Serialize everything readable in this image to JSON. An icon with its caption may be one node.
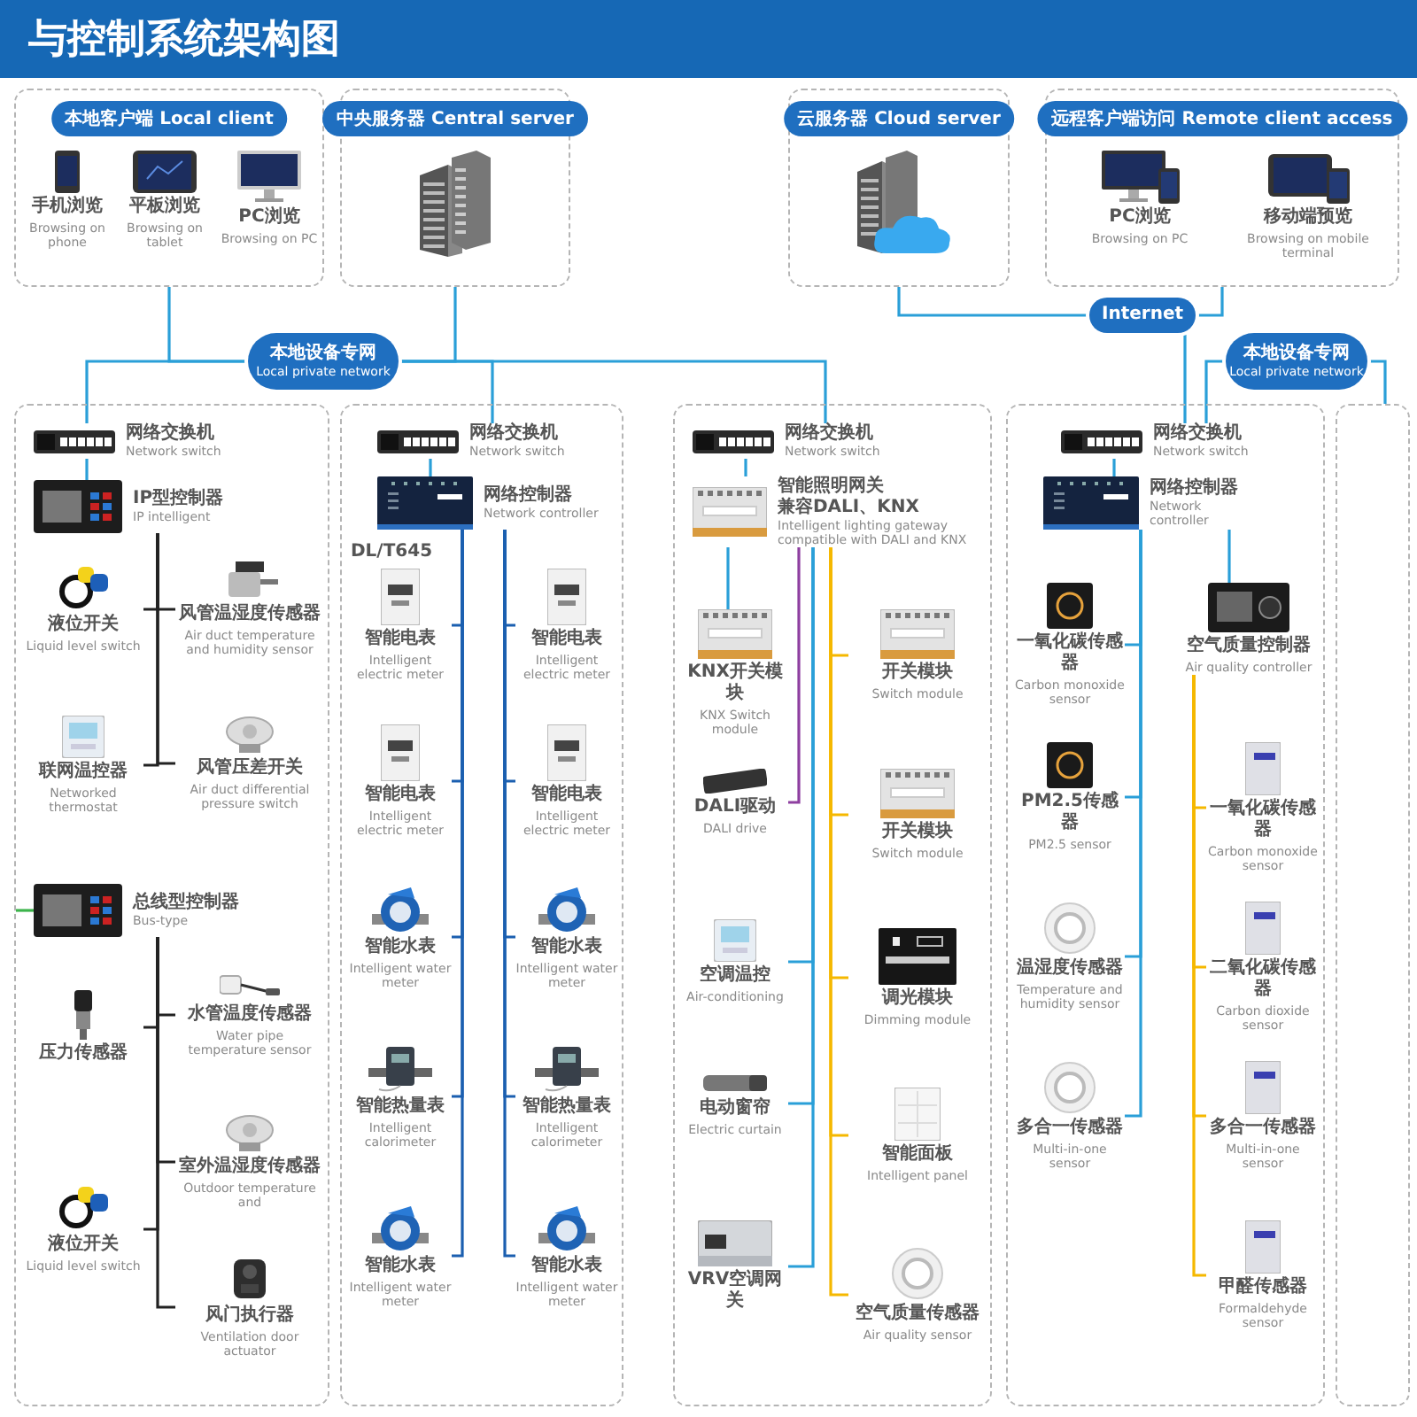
{
  "diagram": {
    "title": "与控制系统架构图",
    "nodes": [
      {
        "text": [
          "本地客户端 Local client"
        ]
      },
      {
        "text": [
          "手机浏览",
          "Browsing on phone"
        ],
        "in": 0
      },
      {
        "text": [
          "平板浏览",
          "Browsing on tablet"
        ],
        "in": 0
      },
      {
        "text": [
          "PC浏览",
          "Browsing on PC"
        ],
        "in": 0
      },
      {
        "text": [
          "中央服务器 Central server"
        ]
      },
      {
        "text": [
          "云服务器 Cloud server"
        ]
      },
      {
        "text": [
          "远程客户端访问 Remote client access"
        ]
      },
      {
        "text": [
          "PC浏览",
          "Browsing on PC"
        ],
        "in": 6
      },
      {
        "text": [
          "移动端预览",
          "Browsing on mobile terminal"
        ],
        "in": 6
      },
      {
        "text": [
          "Internet"
        ]
      },
      {
        "text": [
          "本地设备专网",
          "Local private network"
        ]
      },
      {
        "text": [
          "本地设备专网",
          "Local private network"
        ]
      },
      {
        "text": [],
        "shape": "box"
      },
      {
        "text": [
          "网络交换机",
          "Network switch"
        ],
        "in": 12
      },
      {
        "text": [
          "IP型控制器",
          "IP intelligent"
        ],
        "in": 12
      },
      {
        "text": [
          "液位开关",
          "Liquid level switch"
        ],
        "in": 12
      },
      {
        "text": [
          "风管温湿度传感器",
          "Air duct temperature and humidity sensor"
        ],
        "in": 12
      },
      {
        "text": [
          "联网温控器",
          "Networked thermostat"
        ],
        "in": 12
      },
      {
        "text": [
          "风管压差开关",
          "Air duct differential pressure switch"
        ],
        "in": 12
      },
      {
        "text": [
          "总线型控制器",
          "Bus-type"
        ],
        "in": 12
      },
      {
        "text": [
          "压力传感器"
        ],
        "in": 12
      },
      {
        "text": [
          "水管温度传感器",
          "Water pipe temperature sensor"
        ],
        "in": 12
      },
      {
        "text": [
          "室外温湿度传感器",
          "Outdoor temperature and"
        ],
        "in": 12
      },
      {
        "text": [
          "风门执行器",
          "Ventilation door actuator"
        ],
        "in": 12
      },
      {
        "text": [
          "液位开关",
          "Liquid level switch"
        ],
        "in": 12
      },
      {
        "text": [],
        "shape": "box"
      },
      {
        "text": [
          "网络交换机",
          "Network switch"
        ],
        "in": 25
      },
      {
        "text": [
          "网络控制器",
          "Network controller"
        ],
        "in": 25
      },
      {
        "text": [
          "智能电表",
          "Intelligent electric meter"
        ],
        "in": 25
      },
      {
        "text": [
          "智能电表",
          "Intelligent electric meter"
        ],
        "in": 25
      },
      {
        "text": [
          "智能电表",
          "Intelligent electric meter"
        ],
        "in": 25
      },
      {
        "text": [
          "智能电表",
          "Intelligent electric meter"
        ],
        "in": 25
      },
      {
        "text": [
          "智能水表",
          "Intelligent water meter"
        ],
        "in": 25
      },
      {
        "text": [
          "智能水表",
          "Intelligent water meter"
        ],
        "in": 25
      },
      {
        "text": [
          "智能热量表",
          "Intelligent calorimeter"
        ],
        "in": 25
      },
      {
        "text": [
          "智能热量表",
          "Intelligent calorimeter"
        ],
        "in": 25
      },
      {
        "text": [
          "智能水表",
          "Intelligent water meter"
        ],
        "in": 25
      },
      {
        "text": [
          "智能水表",
          "Intelligent water meter"
        ],
        "in": 25
      },
      {
        "text": [],
        "shape": "box"
      },
      {
        "text": [
          "网络交换机",
          "Network switch"
        ],
        "in": 38
      },
      {
        "text": [
          "智能照明网关",
          "兼容DALI、KNX",
          "Intelligent lighting gateway compatible with DALI and KNX"
        ],
        "in": 38
      },
      {
        "text": [
          "KNX开关模块",
          "KNX Switch module"
        ],
        "in": 38
      },
      {
        "text": [
          "开关模块",
          "Switch module"
        ],
        "in": 38
      },
      {
        "text": [
          "DALI驱动",
          "DALI drive"
        ],
        "in": 38
      },
      {
        "text": [
          "开关模块",
          "Switch module"
        ],
        "in": 38
      },
      {
        "text": [
          "调光模块",
          "Dimming module"
        ],
        "in": 38
      },
      {
        "text": [
          "空调温控",
          "Air-conditioning"
        ],
        "in": 38
      },
      {
        "text": [
          "智能面板",
          "Intelligent panel"
        ],
        "in": 38
      },
      {
        "text": [
          "电动窗帘",
          "Electric curtain"
        ],
        "in": 38
      },
      {
        "text": [
          "空气质量传感器",
          "Air quality sensor"
        ],
        "in": 38
      },
      {
        "text": [
          "VRV空调网关"
        ],
        "in": 38
      },
      {
        "text": [],
        "shape": "box"
      },
      {
        "text": [
          "网络交换机",
          "Network switch"
        ],
        "in": 51
      },
      {
        "text": [
          "网络控制器",
          "Network controller"
        ],
        "in": 51
      },
      {
        "text": [
          "一氧化碳传感器",
          "Carbon monoxide sensor"
        ],
        "in": 51
      },
      {
        "text": [
          "空气质量控制器",
          "Air quality controller"
        ],
        "in": 51
      },
      {
        "text": [
          "PM2.5传感器",
          "PM2.5 sensor"
        ],
        "in": 51
      },
      {
        "text": [
          "一氧化碳传感器",
          "Carbon monoxide sensor"
        ],
        "in": 51
      },
      {
        "text": [
          "温湿度传感器",
          "Temperature and humidity sensor"
        ],
        "in": 51
      },
      {
        "text": [
          "二氧化碳传感器",
          "Carbon dioxide sensor"
        ],
        "in": 51
      },
      {
        "text": [
          "多合一传感器",
          "Multi-in-one sensor"
        ],
        "in": 51
      },
      {
        "text": [
          "多合一传感器",
          "Multi-in-one sensor"
        ],
        "in": 51
      },
      {
        "text": [
          "甲醛传感器",
          "Formaldehyde sensor"
        ],
        "in": 51
      },
      {
        "text": [],
        "shape": "box"
      }
    ],
    "edges": [
      {
        "from": 10,
        "to": 0,
        "arrow": "none"
      },
      {
        "from": 10,
        "to": 4,
        "arrow": "none"
      },
      {
        "from": 10,
        "to": 13,
        "arrow": "none"
      },
      {
        "from": 10,
        "to": 26,
        "arrow": "none"
      },
      {
        "from": 10,
        "to": 39,
        "arrow": "none"
      },
      {
        "from": 5,
        "to": 9,
        "arrow": "none"
      },
      {
        "from": 6,
        "to": 9,
        "arrow": "none"
      },
      {
        "from": 9,
        "to": 52,
        "arrow": "none"
      },
      {
        "from": 11,
        "to": 52,
        "arrow": "none"
      },
      {
        "from": 11,
        "to": 63,
        "arrow": "none"
      },
      {
        "from": 13,
        "to": 14,
        "arrow": "none"
      },
      {
        "from": 14,
        "to": 15,
        "arrow": "none",
        "color": "#222222"
      },
      {
        "from": 14,
        "to": 16,
        "arrow": "none",
        "color": "#222222"
      },
      {
        "from": 14,
        "to": 17,
        "arrow": "none",
        "color": "#222222"
      },
      {
        "from": 14,
        "to": 18,
        "arrow": "none",
        "color": "#222222"
      },
      {
        "from": null,
        "to": 19,
        "arrow": "none",
        "color": "#3cb44b"
      },
      {
        "from": 19,
        "to": 20,
        "arrow": "none",
        "color": "#222222"
      },
      {
        "from": 19,
        "to": 21,
        "arrow": "none",
        "color": "#222222"
      },
      {
        "from": 19,
        "to": 22,
        "arrow": "none",
        "color": "#222222"
      },
      {
        "from": 19,
        "to": 23,
        "arrow": "none",
        "color": "#222222"
      },
      {
        "from": 19,
        "to": 24,
        "arrow": "none",
        "color": "#222222"
      },
      {
        "from": 26,
        "to": 27,
        "arrow": "none"
      },
      {
        "from": 27,
        "to": 28,
        "arrow": "none",
        "color": "#1b5fb0"
      },
      {
        "from": 27,
        "to": 30,
        "arrow": "none",
        "color": "#1b5fb0"
      },
      {
        "from": 27,
        "to": 32,
        "arrow": "none",
        "color": "#1b5fb0"
      },
      {
        "from": 27,
        "to": 34,
        "arrow": "none",
        "color": "#1b5fb0"
      },
      {
        "from": 27,
        "to": 36,
        "arrow": "none",
        "color": "#1b5fb0"
      },
      {
        "from": 27,
        "to": 29,
        "arrow": "none",
        "color": "#1b5fb0"
      },
      {
        "from": 27,
        "to": 31,
        "arrow": "none",
        "color": "#1b5fb0"
      },
      {
        "from": 27,
        "to": 33,
        "arrow": "none",
        "color": "#1b5fb0"
      },
      {
        "from": 27,
        "to": 35,
        "arrow": "none",
        "color": "#1b5fb0"
      },
      {
        "from": 27,
        "to": 37,
        "arrow": "none",
        "color": "#1b5fb0"
      },
      {
        "from": 39,
        "to": 40,
        "arrow": "none"
      },
      {
        "from": 40,
        "to": 41,
        "arrow": "none"
      },
      {
        "from": 40,
        "to": 43,
        "arrow": "none",
        "color": "#8e3fa0"
      },
      {
        "from": 40,
        "to": 46,
        "arrow": "none"
      },
      {
        "from": 40,
        "to": 48,
        "arrow": "none"
      },
      {
        "from": 40,
        "to": 50,
        "arrow": "none"
      },
      {
        "from": 40,
        "to": 42,
        "arrow": "none",
        "color": "#f5b800"
      },
      {
        "from": 40,
        "to": 44,
        "arrow": "none",
        "color": "#f5b800"
      },
      {
        "from": 40,
        "to": 45,
        "arrow": "none",
        "color": "#f5b800"
      },
      {
        "from": 40,
        "to": 47,
        "arrow": "none",
        "color": "#f5b800"
      },
      {
        "from": 40,
        "to": 49,
        "arrow": "none",
        "color": "#f5b800"
      },
      {
        "from": 52,
        "to": 53,
        "arrow": "none"
      },
      {
        "from": 53,
        "to": 55,
        "arrow": "none"
      },
      {
        "from": 53,
        "to": 54,
        "arrow": "none"
      },
      {
        "from": 53,
        "to": 56,
        "arrow": "none"
      },
      {
        "from": 53,
        "to": 58,
        "arrow": "none"
      },
      {
        "from": 53,
        "to": 60,
        "arrow": "none"
      },
      {
        "from": 55,
        "to": 57,
        "arrow": "none",
        "color": "#f5b800"
      },
      {
        "from": 55,
        "to": 59,
        "arrow": "none",
        "color": "#f5b800"
      },
      {
        "from": 55,
        "to": 61,
        "arrow": "none",
        "color": "#f5b800"
      },
      {
        "from": 55,
        "to": 62,
        "arrow": "none",
        "color": "#f5b800"
      }
    ],
    "labels": [
      "DL/T645"
    ]
  }
}
